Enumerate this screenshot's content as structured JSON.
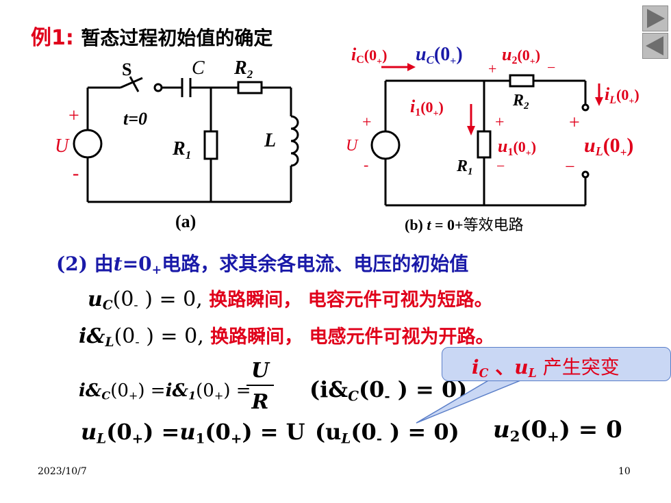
{
  "title": {
    "example": "例1:",
    "topic": "暂态过程初始值的确定"
  },
  "circuit_a": {
    "switch": "S",
    "cap": "C",
    "r2": "R",
    "r2_sub": "2",
    "t0": "t=0",
    "plus": "+",
    "minus": "-",
    "source": "U",
    "r1": "R",
    "r1_sub": "1",
    "ind": "L",
    "caption": "(a)"
  },
  "circuit_b": {
    "ic": "i",
    "ic_sub": "C",
    "ic_arg": "(0",
    "ic_argsub": "+",
    "ic_close": ")",
    "uc": "u",
    "uc_sub": "C",
    "uc_arg": "(0",
    "uc_argsub": "+",
    "uc_close": ")",
    "u2": "u",
    "u2_sub": "2",
    "u2_arg": "(0",
    "u2_argsub": "+",
    "u2_close": ")",
    "plus": "+",
    "minus": "−",
    "minus_short": "-",
    "r2": "R",
    "r2_sub": "2",
    "il": "i",
    "il_sub": "L",
    "il_arg": "(0",
    "il_argsub": "+",
    "il_close": ")",
    "i1": "i",
    "i1_sub": "1",
    "i1_arg": "(0",
    "i1_argsub": "+",
    "i1_close": ")",
    "source": "U",
    "u1": "u",
    "u1_sub": "1",
    "u1_arg": "(0",
    "u1_argsub": "+",
    "u1_close": ")",
    "ul": "u",
    "ul_sub": "L",
    "ul_arg": "(0",
    "ul_argsub": "+",
    "ul_close": ")",
    "r1": "R",
    "r1_sub": "1",
    "caption_pre": "(b) ",
    "caption_t": "t",
    "caption_eq": " = 0+",
    "caption_cn": "等效电路"
  },
  "step": {
    "num": "(2) ",
    "pre": "由",
    "t": "t",
    "eq": "=0",
    "eq_sub": "+",
    "post": "电路，求其余各电流、电压的初始值"
  },
  "line1": {
    "u": "u",
    "sub": "C",
    "arg": "(0",
    "argsub": "-",
    "rest": " ) = 0,",
    "note": " 换路瞬间， 电容元件可视为短路。"
  },
  "line2": {
    "i": "i&",
    "sub": "L",
    "arg": "(0",
    "argsub": "-",
    "rest": " ) = 0,",
    "note": " 换路瞬间， 电感元件可视为开路。"
  },
  "line3": {
    "lhs": "i&",
    "lhs_sub": "C",
    "lhs_arg": "(0",
    "lhs_argsub": "+",
    "lhs_close": ") =",
    "mid": "i&",
    "mid_sub": "1",
    "mid_arg": "(0",
    "mid_argsub": "+",
    "mid_close": ") =",
    "num": "U",
    "den": "R",
    "paren": "(i&",
    "paren_sub": "C",
    "paren_arg": "(0",
    "paren_argsub": "-",
    "paren_close": " ) = 0)"
  },
  "line4": {
    "a": "u",
    "a_sub": "L",
    "a_arg": "(0",
    "a_argsub": "+",
    "a_close": ") =",
    "b": "u",
    "b_sub": "1",
    "b_arg": "(0",
    "b_argsub": "+",
    "b_close": ") = U",
    "paren": "(u",
    "paren_sub": "L",
    "paren_arg": "(0",
    "paren_argsub": "-",
    "paren_close": " ) = 0)",
    "c": "u",
    "c_sub": "2",
    "c_arg": "(0",
    "c_argsub": "+",
    "c_close": ") = 0"
  },
  "callout": {
    "i": "i",
    "i_sub": "C",
    "sep": " 、",
    "u": "u",
    "u_sub": "L",
    "text": " 产生突变"
  },
  "footer": {
    "date": "2023/10/7",
    "page": "10"
  },
  "nav": {
    "next_icon": "play-right-icon",
    "prev_icon": "play-left-icon"
  },
  "colors": {
    "accent_red": "#e0001b",
    "accent_blue": "#1a1aa8",
    "callout_fill": "#c9d7f4"
  }
}
